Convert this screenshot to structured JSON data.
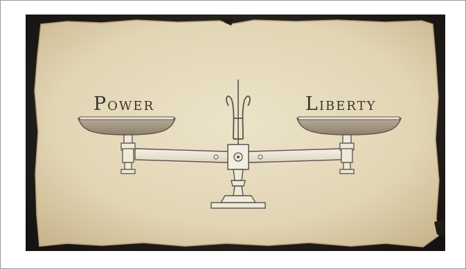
{
  "image": {
    "left_word_initial": "P",
    "left_word_rest": "OWER",
    "right_word_initial": "L",
    "right_word_rest": "IBERTY",
    "colors": {
      "parchment": "#e7dcc0",
      "parchment_edge": "#c7b48e",
      "ink": "#3a3531",
      "metal": "#efe9db",
      "pan_fill": "#a89a86",
      "background": "#1f1b18"
    }
  }
}
